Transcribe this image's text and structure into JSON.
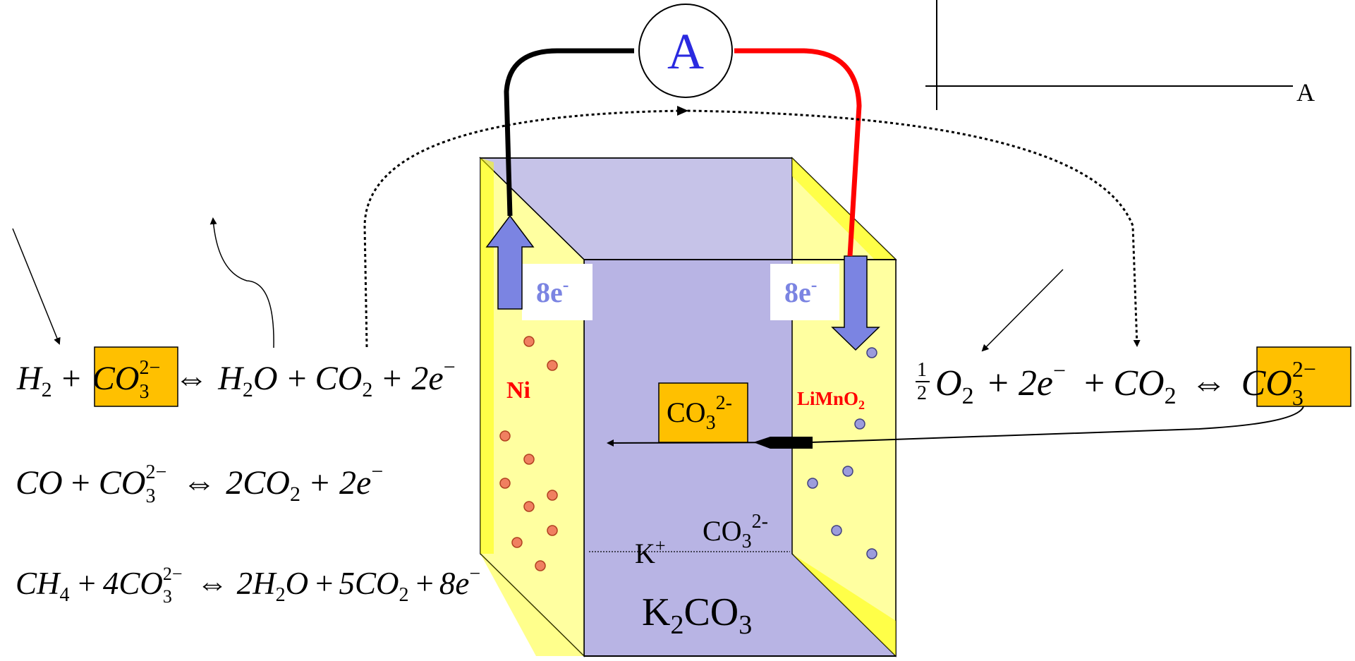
{
  "ammeter": {
    "label": "A"
  },
  "graph": {
    "x_axis_label": "A"
  },
  "cell": {
    "anode_material": "Ni",
    "cathode_material": "LiMnO",
    "cathode_subscript": "2",
    "anode_electrons": "8e",
    "cathode_electrons": "8e",
    "electron_sup": "-",
    "migrating_ion": "CO",
    "migrating_ion_sub": "3",
    "migrating_ion_sup": "2-",
    "cation_label": "K",
    "cation_sup": "+",
    "anion_label": "CO",
    "anion_sub": "3",
    "anion_sup": "2-",
    "electrolyte_a": "K",
    "electrolyte_sub": "2",
    "electrolyte_b": "CO",
    "electrolyte_sub2": "3"
  },
  "anode_equations": {
    "eq1": {
      "h": "H",
      "h_sub": "2",
      "plus1": "+",
      "boxed": "CO",
      "boxed_sub": "3",
      "boxed_sup": "2−",
      "arrow": "⇔",
      "p1": "H",
      "p1_sub": "2",
      "p1b": "O",
      "plus2": "+",
      "p2": "CO",
      "p2_sub": "2",
      "plus3": "+",
      "p3": "2e",
      "p3_sup": "−"
    },
    "eq2": {
      "r1": "CO",
      "plus1": "+",
      "r2": "CO",
      "r2_sub": "3",
      "r2_sup": "2−",
      "arrow": "⇔",
      "p1": "2CO",
      "p1_sub": "2",
      "plus2": "+",
      "p2": "2e",
      "p2_sup": "−"
    },
    "eq3": {
      "r1": "CH",
      "r1_sub": "4",
      "plus1": "+",
      "r2": "4CO",
      "r2_sub": "3",
      "r2_sup": "2−",
      "arrow": "⇔",
      "p1": "2H",
      "p1_sub": "2",
      "p1b": "O",
      "plus2": "+",
      "p2": "5CO",
      "p2_sub": "2",
      "plus3": "+",
      "p3": "8e",
      "p3_sup": "−"
    }
  },
  "cathode_equation": {
    "num": "1",
    "den": "2",
    "r1": "O",
    "r1_sub": "2",
    "plus1": "+",
    "r2": "2e",
    "r2_sup": "−",
    "plus2": "+",
    "r3": "CO",
    "r3_sub": "2",
    "arrow": "⇔",
    "boxed": "CO",
    "boxed_sub": "3",
    "boxed_sup": "2−"
  },
  "colors": {
    "electrode": "#ffffa0",
    "electrolyte": "#b8b4e4",
    "electrolyte_top": "#c6c3e8",
    "box_highlight": "#ffc000",
    "electron_arrow": "#7b84e2",
    "ammeter_label": "#2a2ae0",
    "anode_wire": "#000000",
    "cathode_wire": "#ff0000",
    "material_label": "#ff0000",
    "anode_dot": "#f08060",
    "cathode_dot": "#9c9cdc"
  }
}
